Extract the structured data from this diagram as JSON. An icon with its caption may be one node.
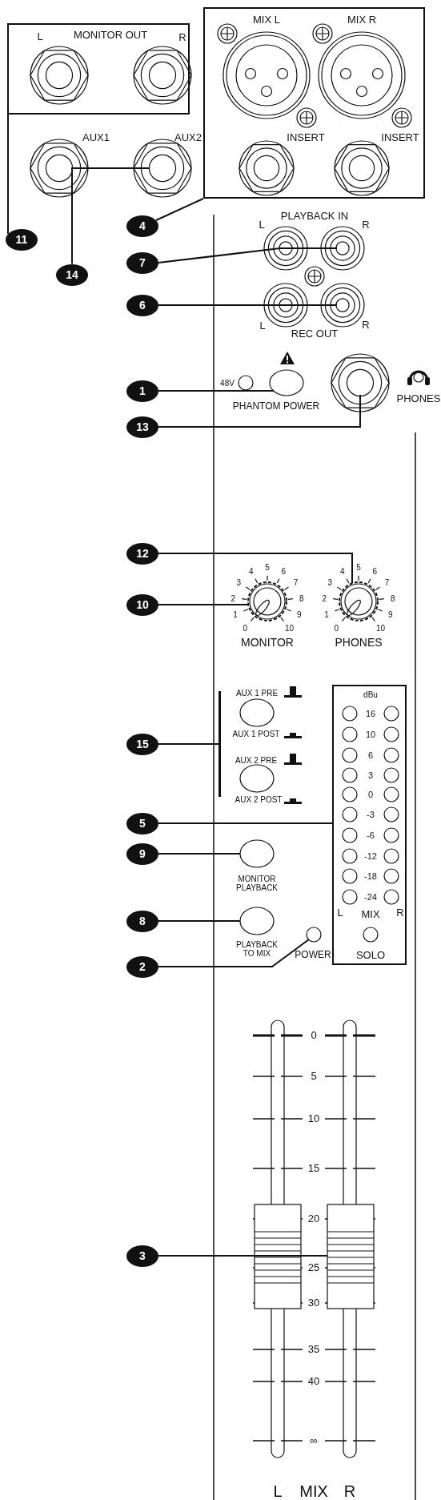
{
  "diagram": {
    "nodes": [
      {
        "text": [
          "L",
          "MONITOR OUT",
          "R"
        ]
      },
      {
        "text": [
          "MIX L",
          "MIX R",
          "INSERT",
          "INSERT"
        ]
      },
      {
        "text": [
          "AUX1"
        ]
      },
      {
        "text": [
          "AUX2"
        ]
      },
      {
        "text": [
          "4"
        ]
      },
      {
        "text": [
          "11"
        ]
      },
      {
        "text": [],
        "shape": "circle"
      },
      {
        "text": [],
        "shape": "circle"
      },
      {
        "text": [
          "7"
        ]
      },
      {
        "text": [
          "14"
        ]
      },
      {
        "text": [],
        "shape": "circle"
      },
      {
        "text": [],
        "shape": "circle"
      },
      {
        "text": [
          "6"
        ]
      },
      {
        "text": [
          "PHANTOM POWER"
        ]
      },
      {
        "text": [
          "1"
        ]
      },
      {
        "text": [],
        "shape": "circle",
        "beside": [
          "PHONES"
        ]
      },
      {
        "text": [
          "13"
        ]
      },
      {
        "text": [
          "12"
        ]
      },
      {
        "text": [
          "MONITOR"
        ]
      },
      {
        "text": [
          "PHONES"
        ]
      },
      {
        "text": [
          "10"
        ]
      },
      {
        "text": [],
        "shape": "bar"
      },
      {
        "text": [
          "15"
        ]
      },
      {
        "text": [
          "dBu",
          "16",
          "10",
          "6",
          "3",
          "0",
          "-3",
          "-6",
          "-12",
          "-18",
          "-24",
          "L",
          "MIX",
          "R",
          "SOLO"
        ]
      },
      {
        "text": [
          "5"
        ]
      },
      {
        "text": [
          "MONITOR PLAYBACK"
        ]
      },
      {
        "text": [
          "9"
        ]
      },
      {
        "text": [
          "8"
        ]
      },
      {
        "text": [
          "PLAYBACK TO MIX"
        ]
      },
      {
        "text": [
          "POWER"
        ]
      },
      {
        "text": [
          "2"
        ]
      },
      {
        "text": [],
        "shape": "box"
      },
      {
        "text": [],
        "shape": "box"
      },
      {
        "text": [
          "3"
        ]
      }
    ],
    "edges": [
      {
        "from": 5,
        "to": 0,
        "arrow": "none"
      },
      {
        "from": 9,
        "to": 2,
        "arrow": "none"
      },
      {
        "from": 9,
        "to": 3,
        "arrow": "none"
      },
      {
        "from": 4,
        "to": 1,
        "arrow": "none"
      },
      {
        "from": 8,
        "to": 6,
        "arrow": "none"
      },
      {
        "from": 8,
        "to": 7,
        "arrow": "none"
      },
      {
        "from": 12,
        "to": 10,
        "arrow": "none"
      },
      {
        "from": 12,
        "to": 11,
        "arrow": "none"
      },
      {
        "from": 14,
        "to": 13,
        "arrow": "none"
      },
      {
        "from": 16,
        "to": 15,
        "arrow": "none"
      },
      {
        "from": 17,
        "to": 19,
        "arrow": "none"
      },
      {
        "from": 20,
        "to": 18,
        "arrow": "none"
      },
      {
        "from": 22,
        "to": 21,
        "arrow": "none"
      },
      {
        "from": 24,
        "to": 23,
        "arrow": "none"
      },
      {
        "from": 26,
        "to": 25,
        "arrow": "none"
      },
      {
        "from": 27,
        "to": 28,
        "arrow": "none"
      },
      {
        "from": 30,
        "to": 29,
        "arrow": "none"
      },
      {
        "from": 33,
        "to": 31,
        "arrow": "none"
      },
      {
        "from": 33,
        "to": 32,
        "arrow": "none"
      }
    ],
    "labels": [
      "PLAYBACK IN",
      "L",
      "R",
      "L",
      "REC OUT",
      "R",
      "48V",
      "0",
      "1",
      "2",
      "3",
      "4",
      "5",
      "6",
      "7",
      "8",
      "9",
      "10",
      "0",
      "1",
      "2",
      "3",
      "4",
      "5",
      "6",
      "7",
      "8",
      "9",
      "10",
      "AUX 1 PRE",
      "AUX 1 POST",
      "AUX 2 PRE",
      "AUX 2 POST",
      "0",
      "5",
      "10",
      "15",
      "20",
      "25",
      "30",
      "35",
      "40",
      "∞",
      "L",
      "MIX",
      "R"
    ]
  }
}
